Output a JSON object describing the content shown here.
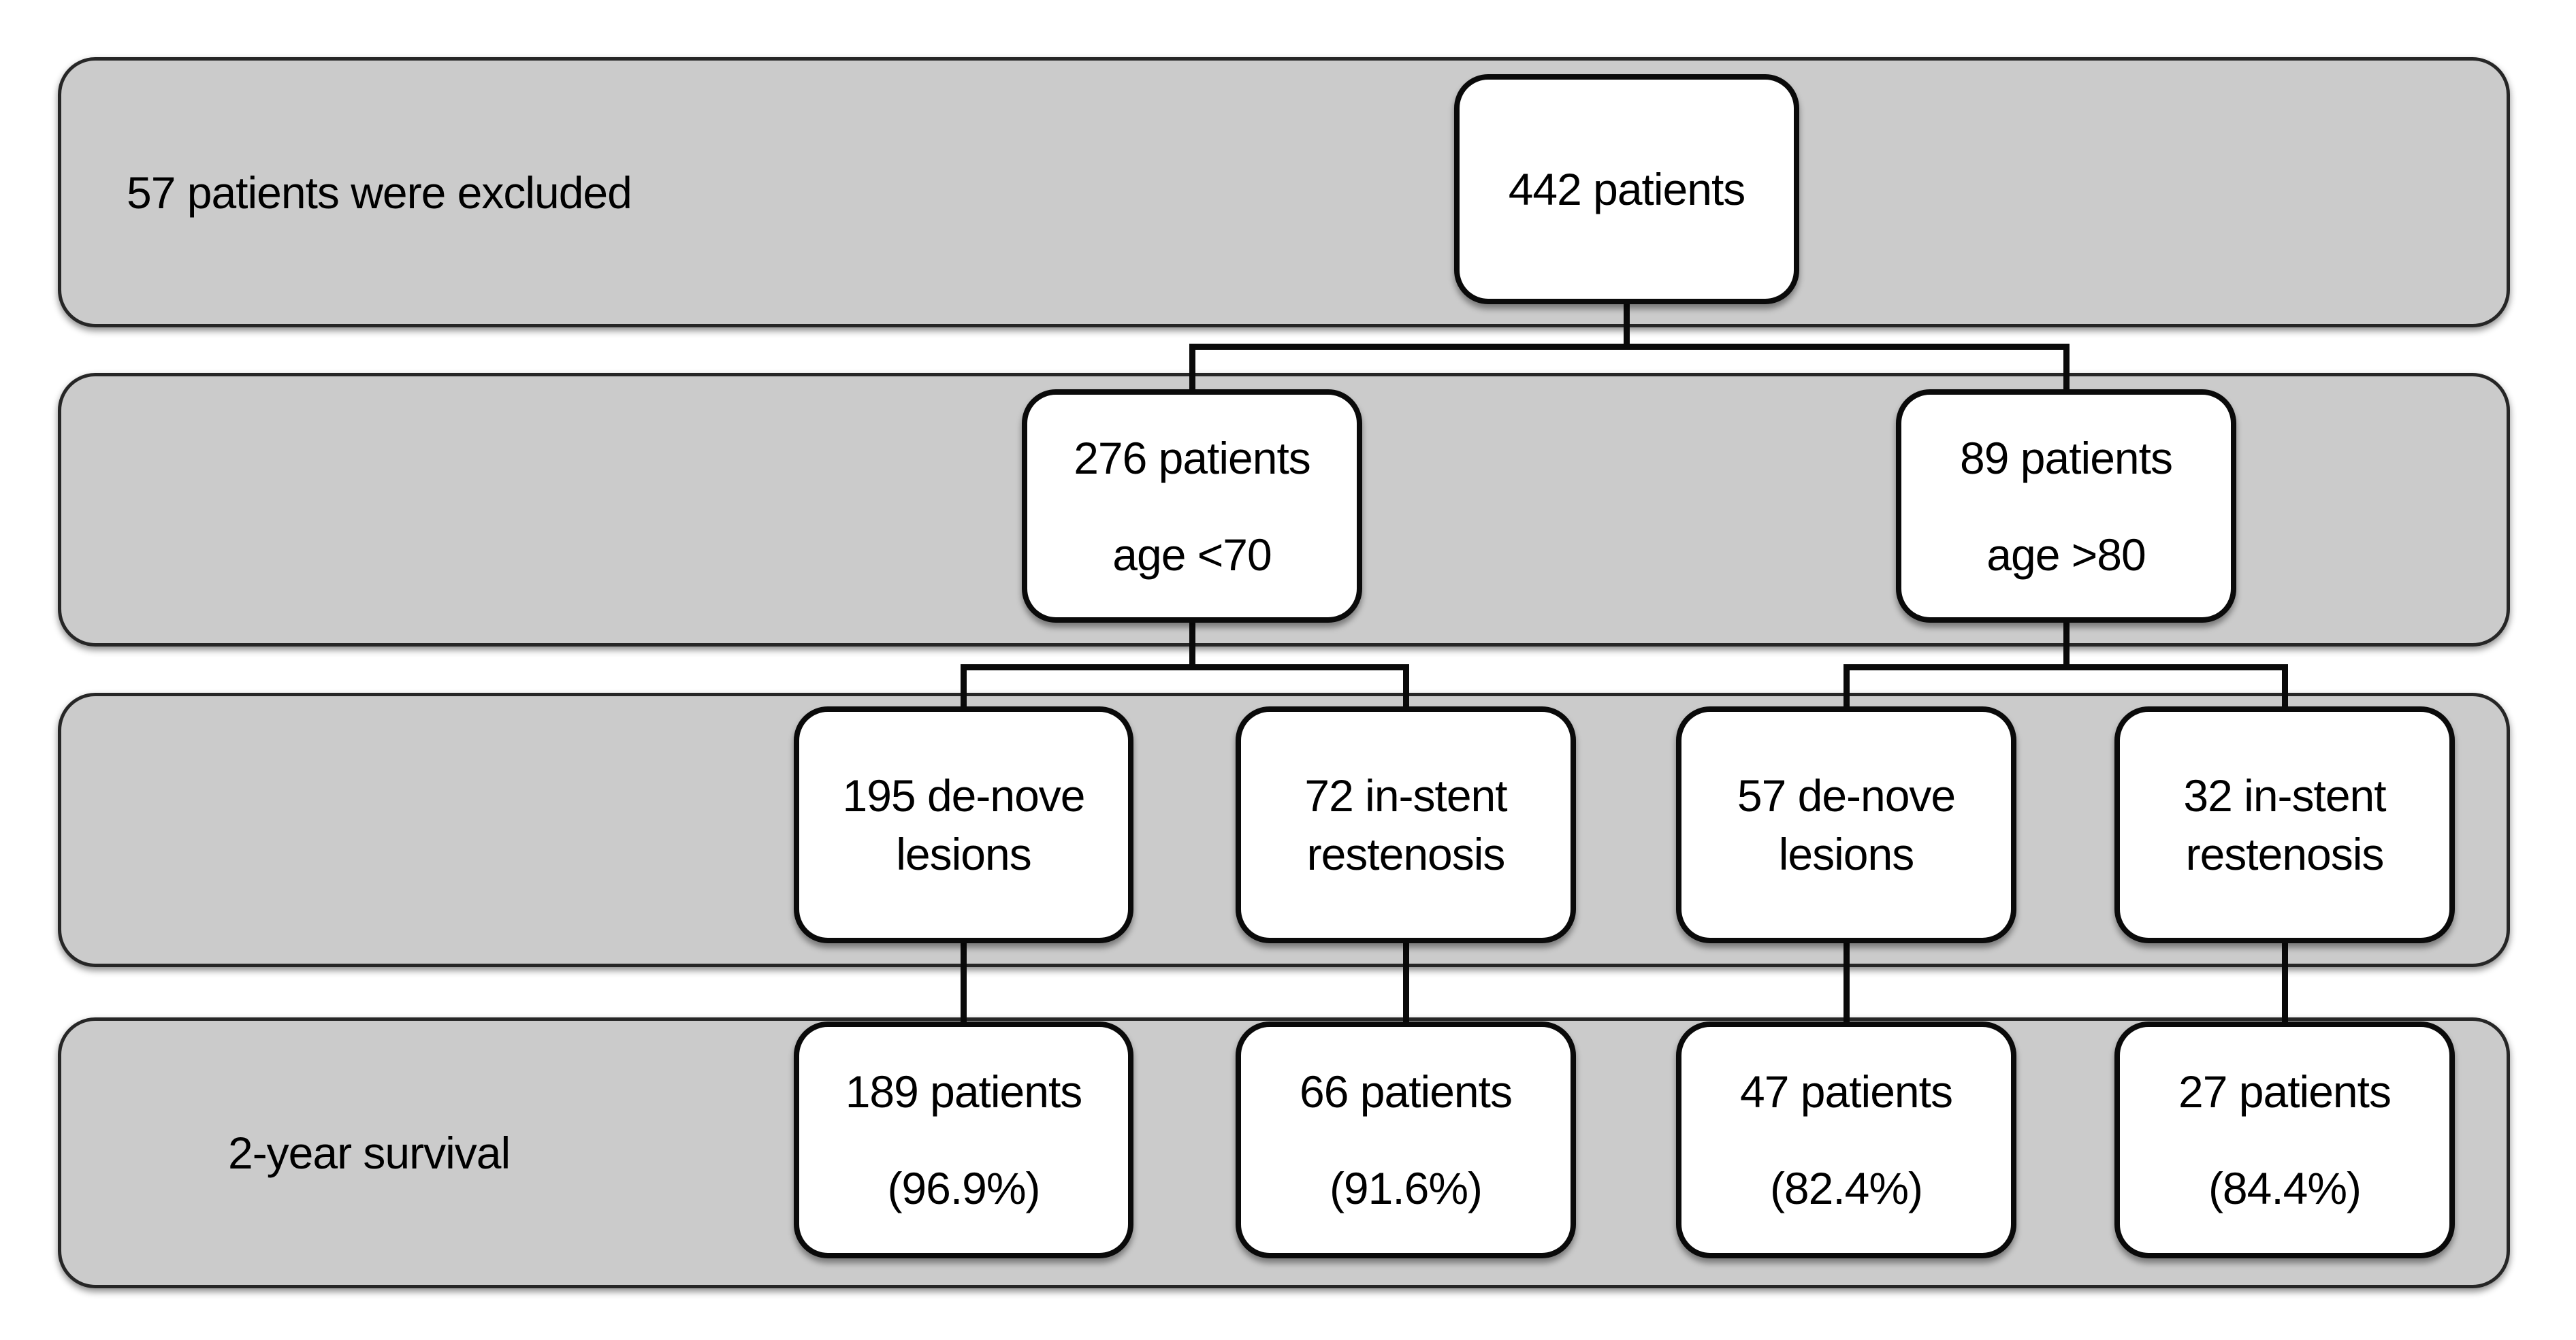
{
  "figure": {
    "type": "patient-flow-diagram",
    "bands": {
      "excluded_label": "57 patients were excluded",
      "survival_label": "2-year survival"
    },
    "root": {
      "text": "442 patients"
    },
    "row2": [
      {
        "line1": "276 patients",
        "line2": "age <70"
      },
      {
        "line1": "89 patients",
        "line2": "age >80"
      }
    ],
    "row3": [
      {
        "line1": "195 de-nove",
        "line2": "lesions"
      },
      {
        "line1": "72 in-stent",
        "line2": "restenosis"
      },
      {
        "line1": "57 de-nove",
        "line2": "lesions"
      },
      {
        "line1": "32 in-stent",
        "line2": "restenosis"
      }
    ],
    "row4": [
      {
        "line1": "189 patients",
        "line2": "(96.9%)"
      },
      {
        "line1": "66 patients",
        "line2": "(91.6%)"
      },
      {
        "line1": "47 patients",
        "line2": "(82.4%)"
      },
      {
        "line1": "27 patients",
        "line2": "(84.4%)"
      }
    ],
    "colors": {
      "background": "#ffffff",
      "band_fill": "#cbcbcb",
      "band_border": "#262626",
      "box_fill": "#ffffff",
      "box_border": "#0a0a0a",
      "line": "#0a0a0a"
    }
  }
}
